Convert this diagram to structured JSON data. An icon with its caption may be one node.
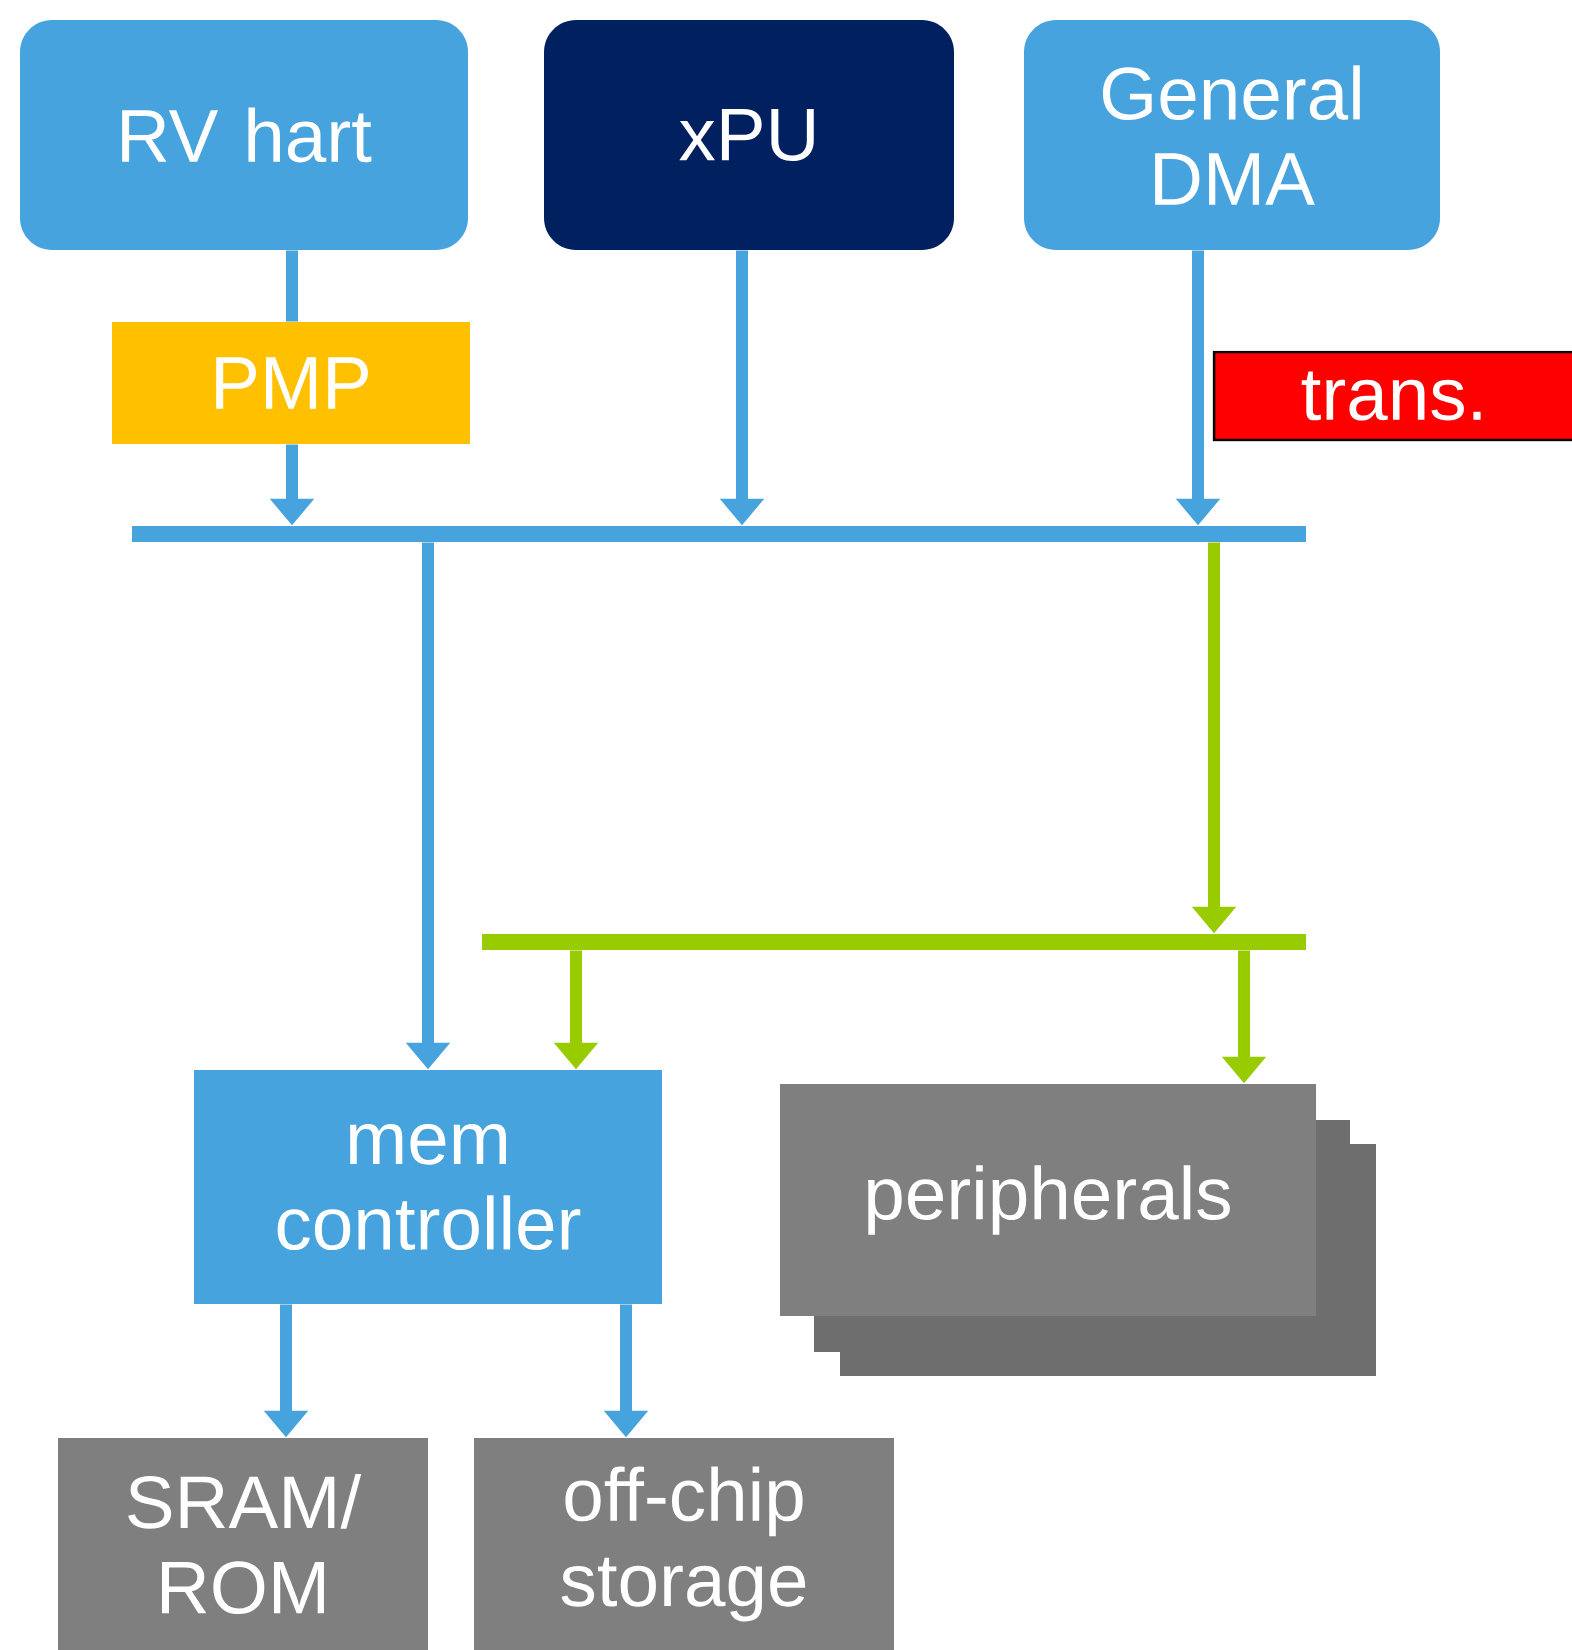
{
  "diagram": {
    "nodes": [
      {
        "text": [
          "RV hart"
        ]
      },
      {
        "text": [
          "xPU"
        ]
      },
      {
        "text": [
          "General DMA"
        ]
      },
      {
        "text": [
          "PMP"
        ]
      },
      {
        "text": [
          "trans."
        ]
      },
      {
        "text": [],
        "shape": "bar"
      },
      {
        "text": [],
        "shape": "bar"
      },
      {
        "text": [
          "mem controller"
        ]
      },
      {
        "text": [
          "peripherals"
        ]
      },
      {
        "text": [
          "SRAM/ ROM"
        ]
      },
      {
        "text": [
          "off-chip storage"
        ]
      }
    ],
    "edges": [
      {
        "from": 0,
        "to": 3,
        "arrow": "none"
      },
      {
        "from": 3,
        "to": 5,
        "arrow": "to"
      },
      {
        "from": 1,
        "to": 5,
        "arrow": "to"
      },
      {
        "from": 2,
        "to": 5,
        "arrow": "to"
      },
      {
        "from": 5,
        "to": 7,
        "arrow": "to"
      },
      {
        "from": 5,
        "to": 6,
        "arrow": "to",
        "color": "#99cc00"
      },
      {
        "from": 6,
        "to": 7,
        "arrow": "to",
        "color": "#99cc00"
      },
      {
        "from": 6,
        "to": 8,
        "arrow": "to",
        "color": "#99cc00"
      },
      {
        "from": 7,
        "to": 9,
        "arrow": "to"
      },
      {
        "from": 7,
        "to": 10,
        "arrow": "to"
      }
    ]
  }
}
